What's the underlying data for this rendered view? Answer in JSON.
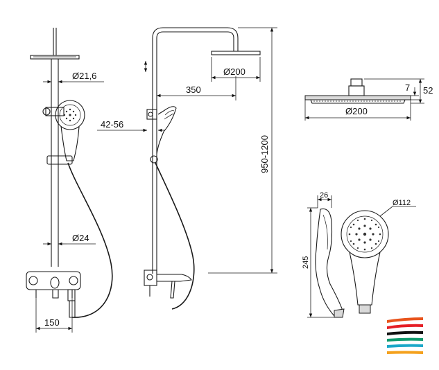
{
  "dimensions": {
    "pipe_diameter_top": "Ø21,6",
    "pipe_diameter_bottom": "Ø24",
    "mixer_spacing": "150",
    "holder_range": "42-56",
    "arm_length": "350",
    "head_diameter_side": "Ø200",
    "height_range": "950-1200",
    "head_thickness": "7",
    "head_height": "52",
    "head_diameter_front": "Ø200",
    "hand_shower_width": "26",
    "hand_shower_length": "245",
    "hand_shower_face": "Ø112"
  },
  "logo_colors": [
    "#e8541c",
    "#e51e25",
    "#111111",
    "#0f9a6e",
    "#1aa7c8",
    "#f4a11d"
  ]
}
